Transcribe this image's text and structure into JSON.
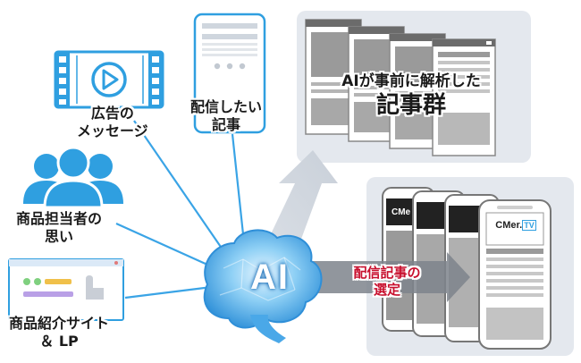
{
  "sources": {
    "ad": {
      "line1": "広告の",
      "line2": "メッセージ"
    },
    "article": {
      "line1": "配信したい",
      "line2": "記事"
    },
    "staff": {
      "line1": "商品担当者の",
      "line2": "思い"
    },
    "site": {
      "line1": "商品紹介サイト",
      "line2": "＆ LP"
    }
  },
  "hub": {
    "label": "AI"
  },
  "analyzed": {
    "line1": "AIが事前に解析した",
    "line2": "記事群"
  },
  "selection": {
    "line1": "配信記事の",
    "line2": "選定"
  },
  "phone": {
    "logo_text": "CMer.",
    "logo_badge": "TV",
    "side_text": "CMe"
  },
  "colors": {
    "accent_blue": "#2f9fe0",
    "line_blue": "#3aa4e6",
    "arrow_red": "#c8102e",
    "panel_gray": "#e4e8ee"
  },
  "icons": [
    "film-icon",
    "play-icon",
    "document-icon",
    "people-icon",
    "website-icon",
    "brain-icon",
    "phone-icon"
  ]
}
